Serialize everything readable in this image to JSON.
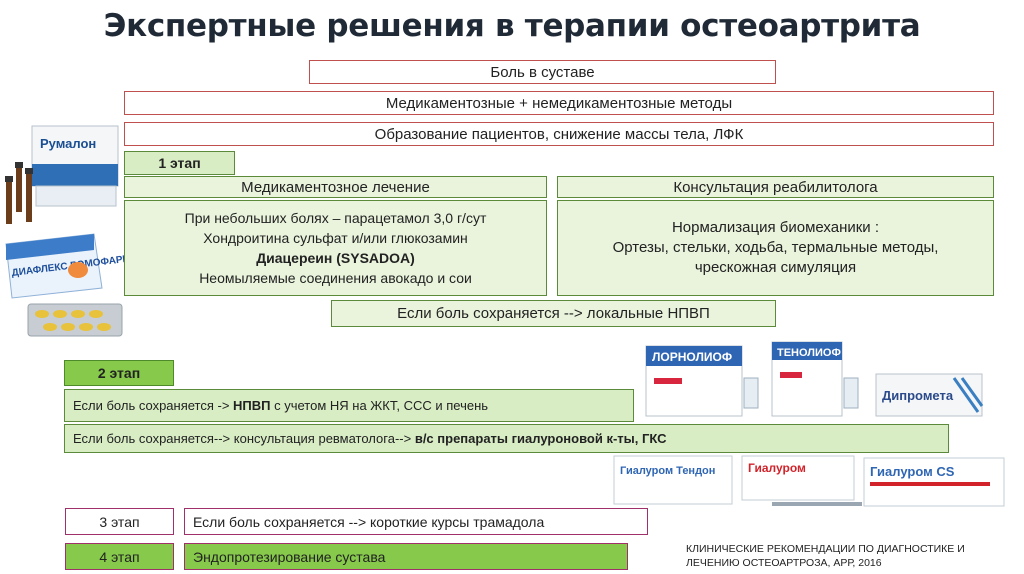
{
  "title": "Экспертные решения в терапии остеоартрита",
  "top": {
    "pain": "Боль в суставе",
    "methods": "Медикаментозные + немедикаментозные методы",
    "education": "Образование пациентов, снижение массы тела, ЛФК"
  },
  "stage1": {
    "label": "1 этап",
    "drug_header": "Медикаментозное лечение",
    "rehab_header": "Консультация реабилитолога",
    "drug_lines": [
      "При небольших болях – парацетамол 3,0 г/сут",
      "Хондроитина сульфат и/или глюкозамин",
      "Диацереин (SYSADOA)",
      "Неомыляемые соединения авокадо и сои"
    ],
    "rehab_lines": [
      "Нормализация биомеханики :",
      "Ортезы, стельки, ходьба, термальные методы,",
      "чрескожная симуляция"
    ],
    "persist": "Если боль сохраняется --> локальные НПВП"
  },
  "stage2": {
    "label": "2 этап",
    "row1_plain": "Если боль сохраняется -> ",
    "row1_bold": "НПВП",
    "row1_rest": " с учетом НЯ на ЖКТ, ССС и печень",
    "row2_plain": "Если боль сохраняется--> консультация ревматолога--> ",
    "row2_bold": "в/с препараты гиалуроновой к-ты, ГКС"
  },
  "stage3": {
    "label": "3 этап",
    "text": "Если боль сохраняется --> короткие курсы трамадола"
  },
  "stage4": {
    "label": "4 этап",
    "text": "Эндопротезирование сустава"
  },
  "reference": [
    "КЛИНИЧЕСКИЕ РЕКОМЕНДАЦИИ ПО ДИАГНОСТИКЕ И",
    "ЛЕЧЕНИЮ ОСТЕОАРТРОЗА, АРР, 2016"
  ],
  "products": {
    "rumalon": "Румалон",
    "diafleks": "ДИАФЛЕКС РОМОФАРМ",
    "lornolioph": "ЛОРНОЛИОФ",
    "tenolioph": "ТЕНОЛИОФ",
    "diprometa": "Дипромета",
    "gialurom_tendon": "Гиалуром Тендон",
    "gialurom": "Гиалуром",
    "gialurom_cs": "Гиалуром CS"
  },
  "colors": {
    "red_border": "#c0504d",
    "green_fill": "#eaf4dc",
    "stage_green": "#86c94b",
    "magenta_border": "#a0306a"
  }
}
